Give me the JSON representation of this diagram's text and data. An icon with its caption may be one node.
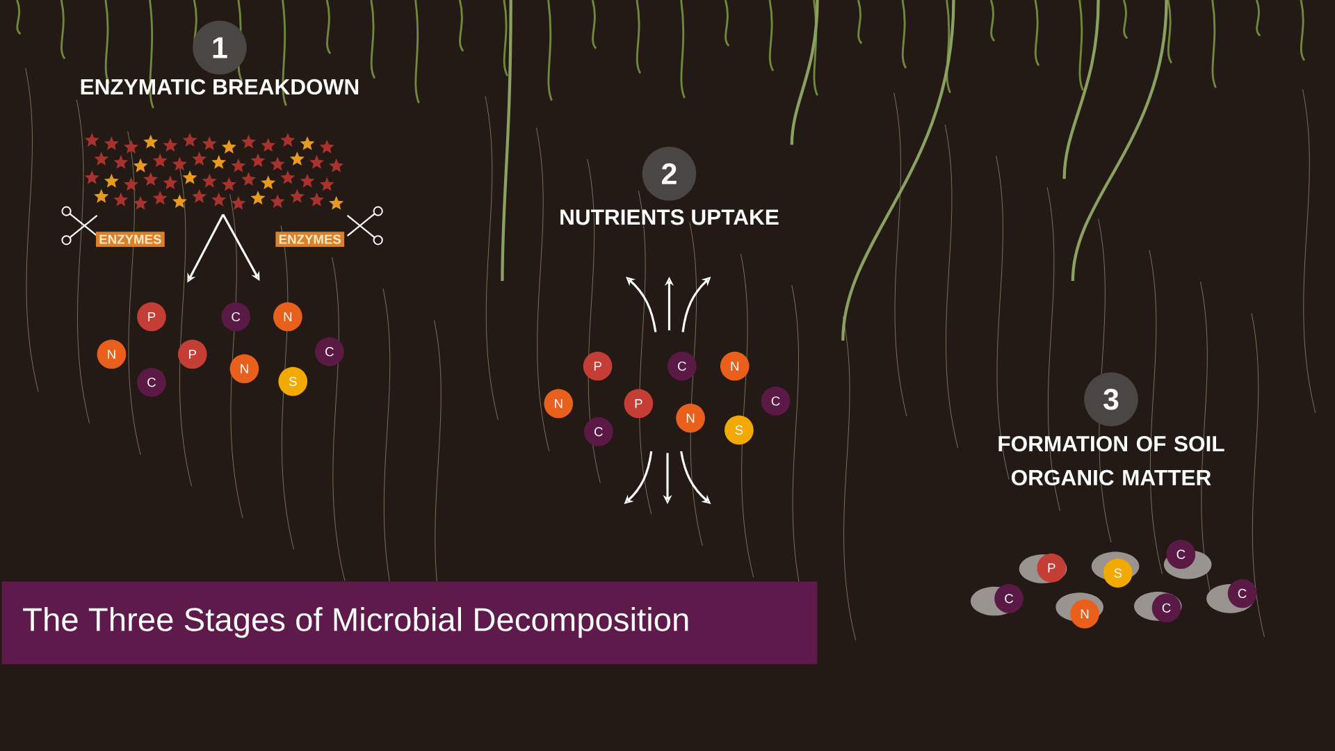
{
  "diagram": {
    "title": "The Three Stages of Microbial Decomposition",
    "nodes": [
      {
        "text": [
          "1"
        ],
        "beside": [
          "ENZYMATIC BREAKDOWN"
        ]
      },
      {
        "text": [
          "ENZYMES"
        ]
      },
      {
        "text": [
          "ENZYMES"
        ]
      },
      {
        "text": [
          "P"
        ]
      },
      {
        "text": [
          "C"
        ]
      },
      {
        "text": [
          "N"
        ]
      },
      {
        "text": [
          "N"
        ]
      },
      {
        "text": [
          "P"
        ]
      },
      {
        "text": [
          "C"
        ]
      },
      {
        "text": [
          "C"
        ]
      },
      {
        "text": [
          "N"
        ]
      },
      {
        "text": [
          "S"
        ]
      },
      {
        "text": [
          "2"
        ],
        "beside": [
          "NUTRIENTS UPTAKE"
        ]
      },
      {
        "text": [
          "P"
        ]
      },
      {
        "text": [
          "C"
        ]
      },
      {
        "text": [
          "N"
        ]
      },
      {
        "text": [
          "N"
        ]
      },
      {
        "text": [
          "P"
        ]
      },
      {
        "text": [
          "C"
        ]
      },
      {
        "text": [
          "C"
        ]
      },
      {
        "text": [
          "N"
        ]
      },
      {
        "text": [
          "S"
        ]
      },
      {
        "text": [
          "3"
        ],
        "beside": [
          "FORMATION OF SOIL ORGANIC MATTER"
        ]
      },
      {
        "text": [
          "C"
        ]
      },
      {
        "text": [
          "P"
        ]
      },
      {
        "text": [
          "S"
        ]
      },
      {
        "text": [
          "C"
        ]
      },
      {
        "text": [
          "C"
        ]
      },
      {
        "text": [
          "N"
        ]
      },
      {
        "text": [
          "C"
        ]
      }
    ]
  }
}
